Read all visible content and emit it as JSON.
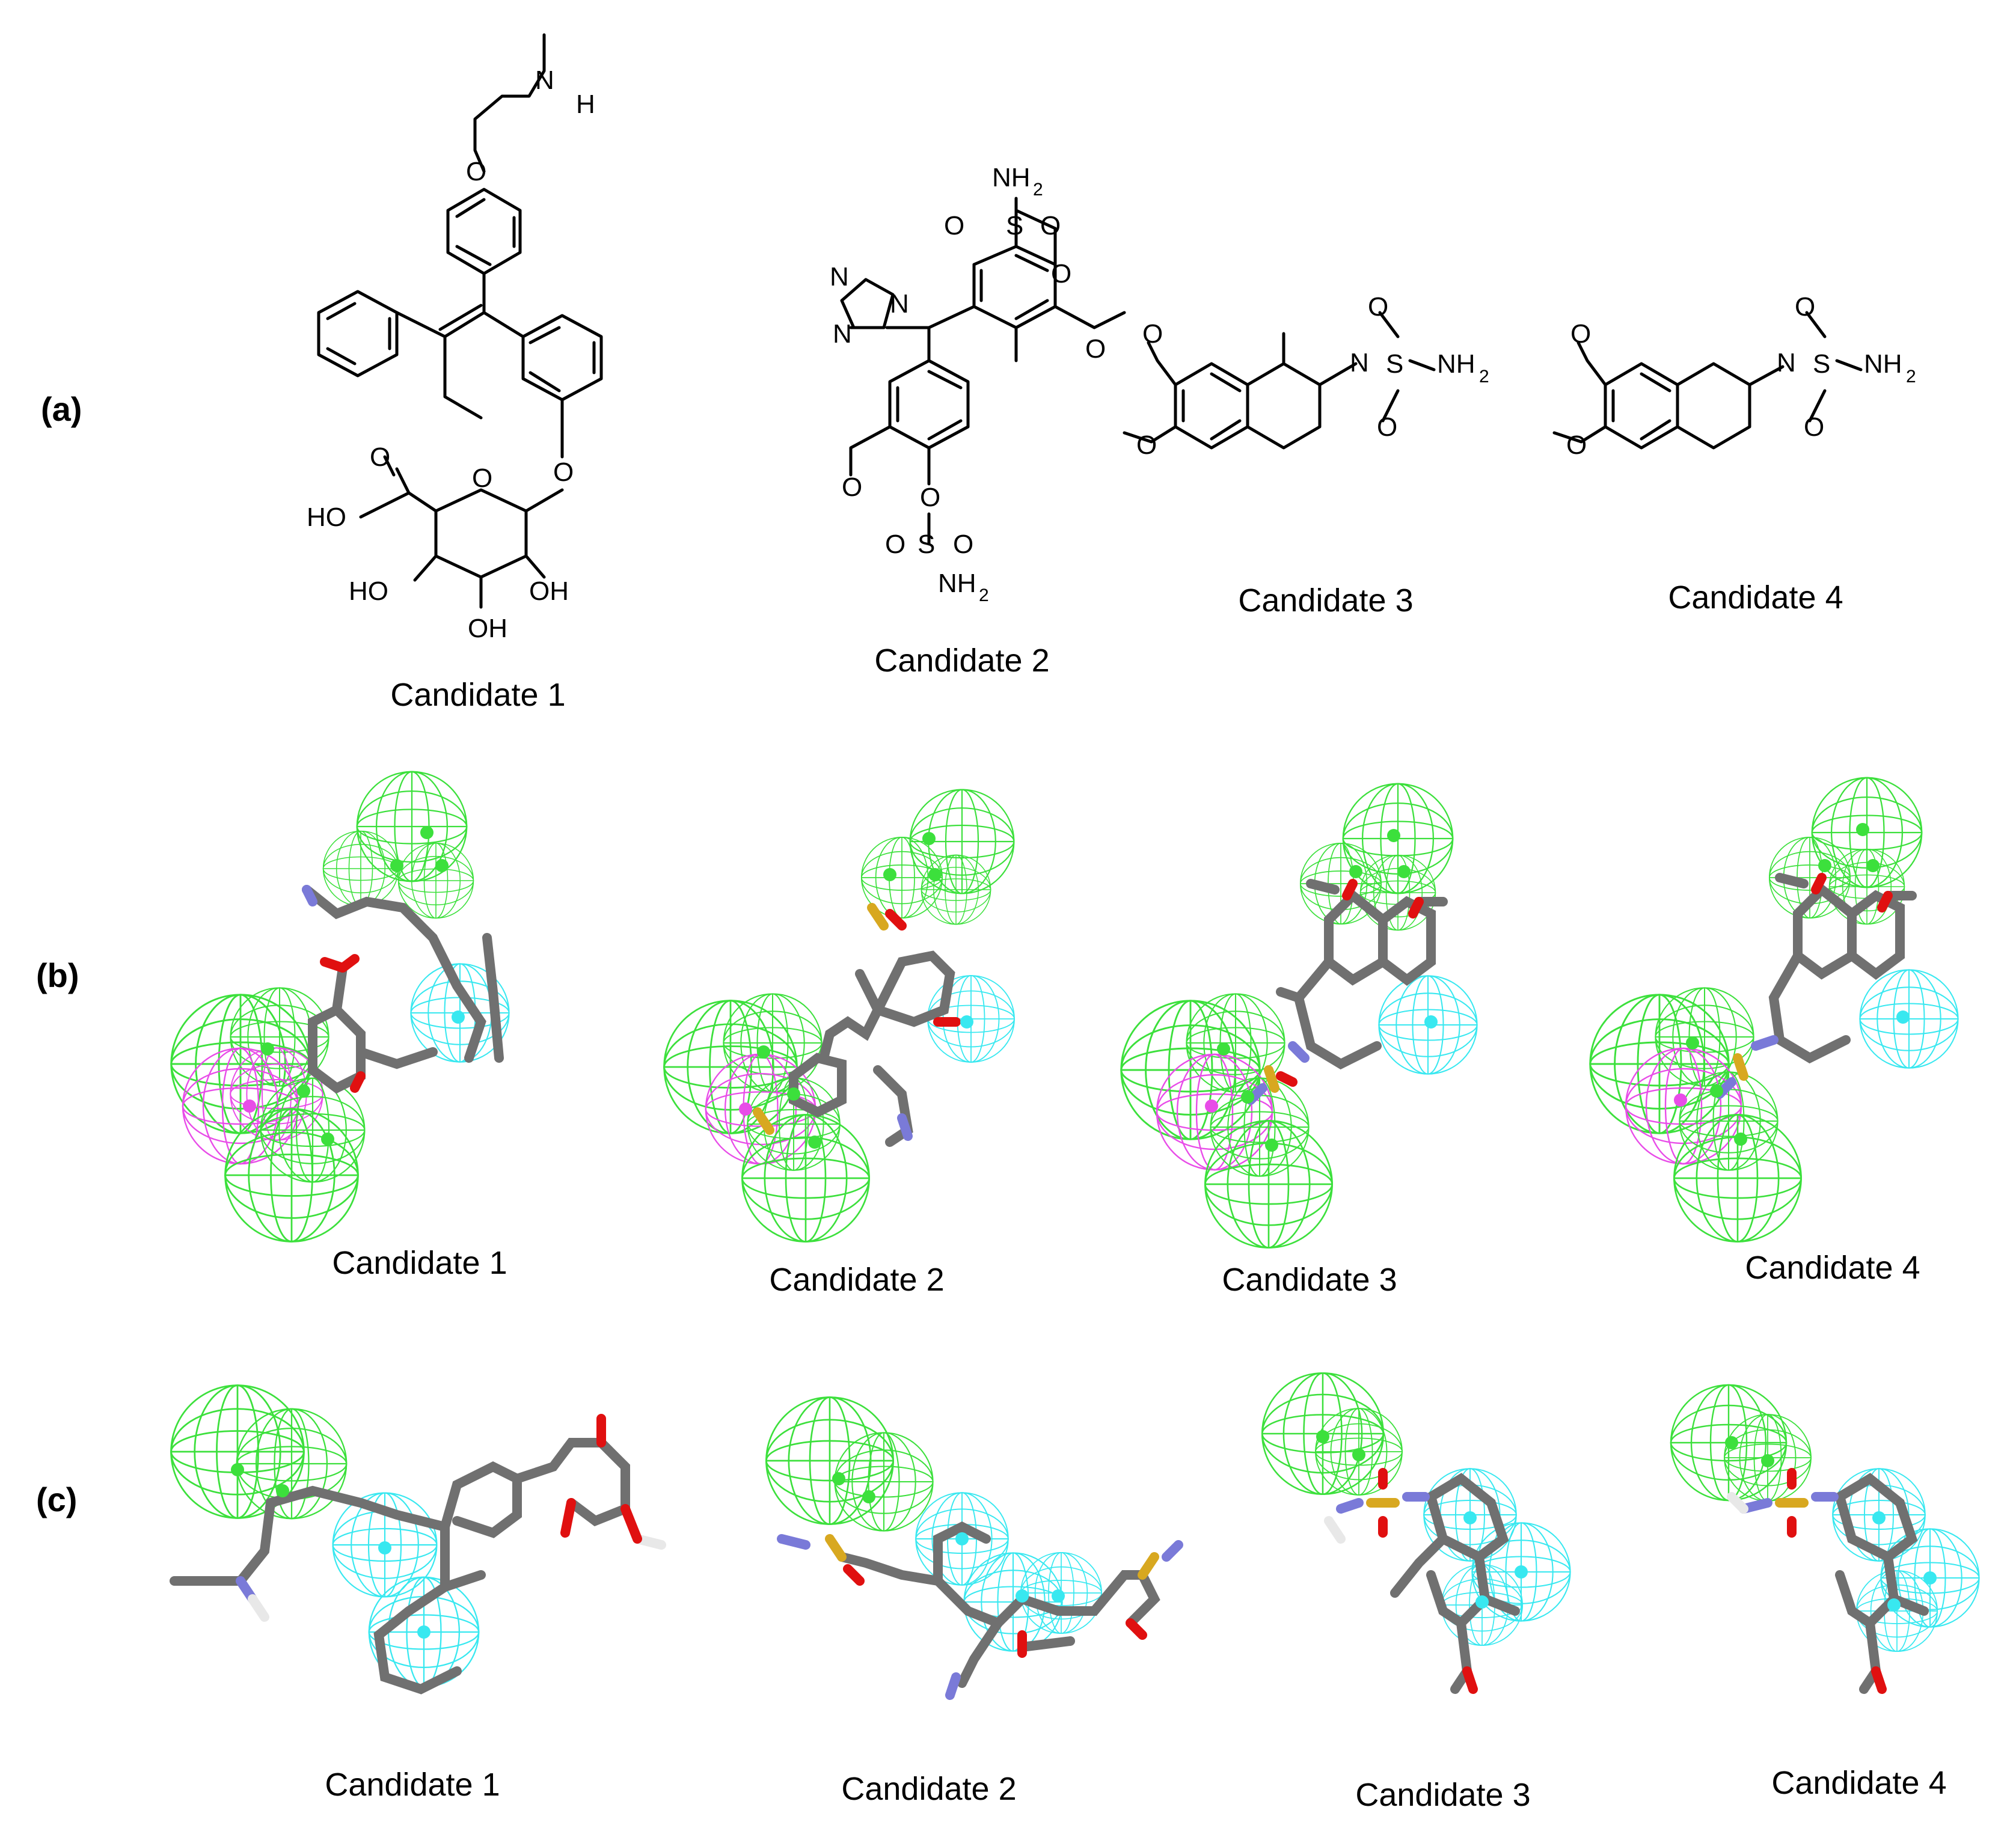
{
  "panels": [
    {
      "label": "(a)"
    },
    {
      "label": "(b)"
    },
    {
      "label": "(c)"
    }
  ],
  "captions": {
    "a": [
      "Candidate 1",
      "Candidate 2",
      "Candidate 3",
      "Candidate 4"
    ],
    "b": [
      "Candidate 1",
      "Candidate 2",
      "Candidate 3",
      "Candidate 4"
    ],
    "c": [
      "Candidate 1",
      "Candidate 2",
      "Candidate 3",
      "Candidate 4"
    ]
  },
  "atoms": {
    "N": "N",
    "H": "H",
    "O": "O",
    "S": "S",
    "NH2": "NH",
    "sub2": "2",
    "HO": "HO",
    "OH": "OH"
  },
  "colors": {
    "hydrophobic_feature": "#3ce03c",
    "aromatic_feature": "#38e8f0",
    "acceptor_feature": "#e84ce8",
    "carbon_stick": "#707070",
    "oxygen_stick": "#e01010",
    "nitrogen_stick": "#7a7ad8",
    "sulfur_stick": "#d8a820",
    "hydrogen_stick": "#e8e8e8"
  }
}
